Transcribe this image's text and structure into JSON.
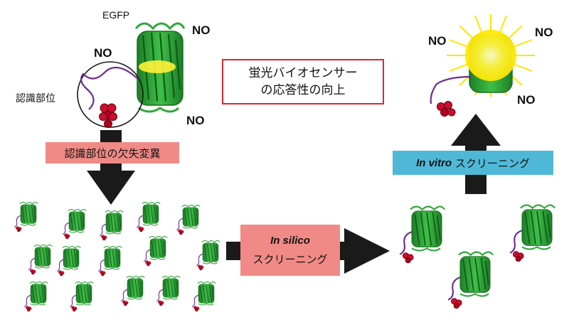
{
  "labels": {
    "egfp": "EGFP",
    "no": "NO",
    "recognition_site": "認識部位"
  },
  "center_box": {
    "line1": "蛍光バイオセンサー",
    "line2": "の応答性の向上"
  },
  "mutation_box": {
    "text": "認識部位の欠失変異"
  },
  "in_silico_box": {
    "italic": "In silico",
    "text": "スクリーニング"
  },
  "in_vitro_box": {
    "italic": "In vitro",
    "text": " スクリーニング"
  },
  "colors": {
    "protein_green": "#2fa83a",
    "loop_purple": "#6a2c91",
    "ligand_red": "#c8102e",
    "glow_yellow": "#ffe600",
    "arrow": "#1a1a1a",
    "box_border_red": "#e0262f",
    "box_pink": "#f08a86",
    "box_blue": "#4fb8d6"
  }
}
